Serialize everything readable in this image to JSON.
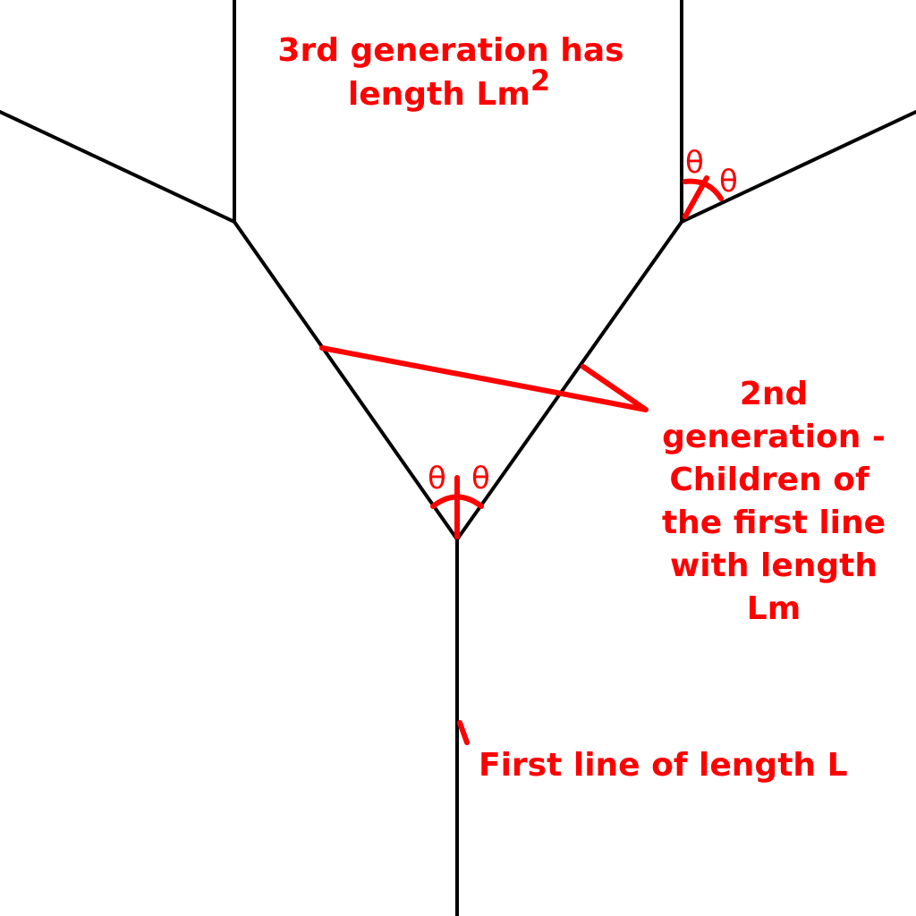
{
  "colors": {
    "tree": "#000000",
    "annotation": "#ff0000"
  },
  "labels": {
    "third_generation": {
      "line1": "3rd generation has",
      "line2": "length Lm",
      "exponent": "2"
    },
    "second_generation": {
      "lines": [
        "2nd",
        "generation -",
        "Children of",
        "the first line",
        "with length",
        "Lm"
      ]
    },
    "first_line": "First line of length L"
  },
  "angle_symbol": "θ"
}
